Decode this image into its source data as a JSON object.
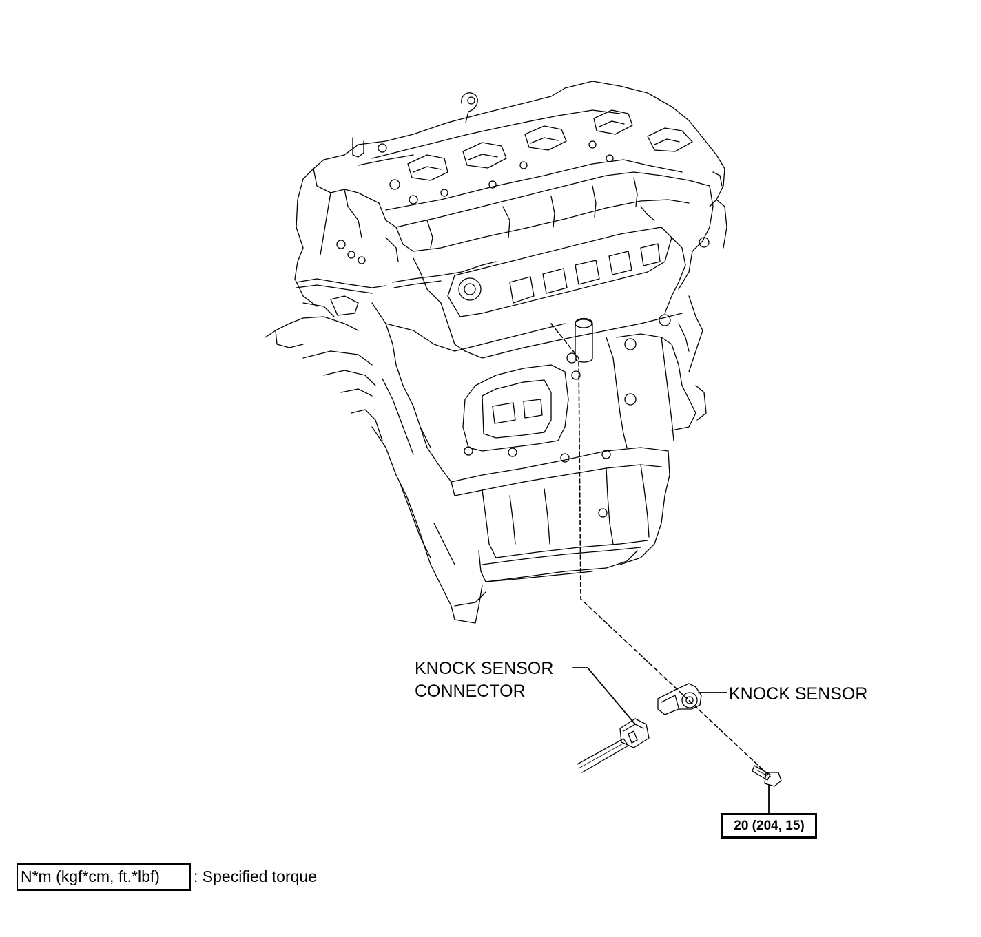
{
  "labels": {
    "knock_sensor_connector_line1": "KNOCK SENSOR",
    "knock_sensor_connector_line2": "CONNECTOR",
    "knock_sensor": "KNOCK SENSOR"
  },
  "torque": {
    "bolt_value": "20 (204, 15)"
  },
  "legend": {
    "unit_box": "N*m (kgf*cm, ft.*lbf)",
    "description": ": Specified torque"
  }
}
